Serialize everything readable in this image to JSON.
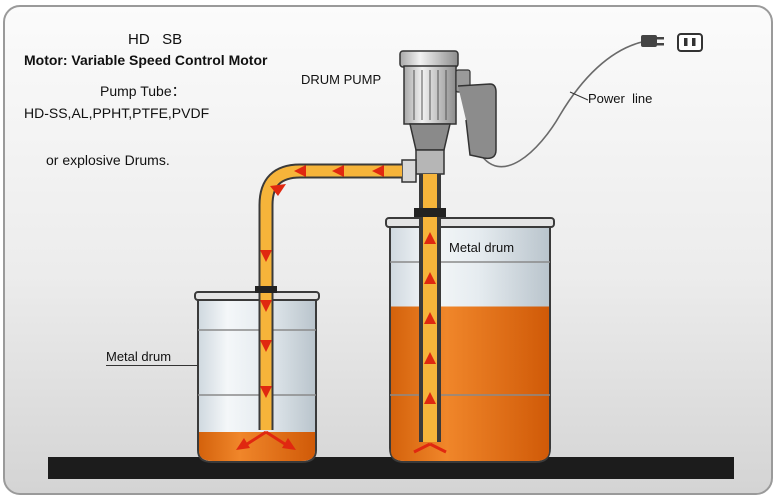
{
  "header": {
    "model": "HD   SB",
    "motor": "Motor: Variable Speed Control Motor",
    "tube_title": "Pump Tube：",
    "tube_materials": "HD-SS,AL,PPHT,PTFE,PVDF",
    "note": "or explosive Drums."
  },
  "labels": {
    "drum_pump": "DRUM PUMP",
    "power_line": "Power  line",
    "left_drum": "Metal drum",
    "right_drum": "Metal drum"
  },
  "levels": {
    "left_drum_fill": 0.18,
    "right_drum_fill": 0.66
  },
  "colors": {
    "liquid": "#e8761a",
    "tube": "#f6b43a",
    "arrow": "#e02810",
    "drum_outline": "#3a3a3a",
    "floor": "#1c1c1c"
  },
  "icons": {
    "plug": "power-plug-icon",
    "socket": "wall-socket-icon"
  }
}
